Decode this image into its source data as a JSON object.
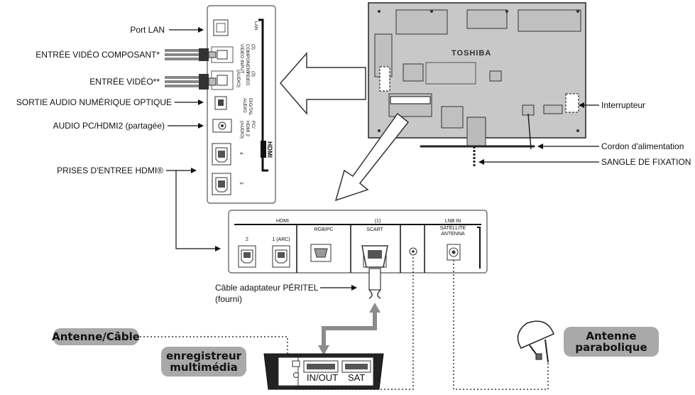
{
  "left_labels": {
    "lan": "Port LAN",
    "component": "ENTRÉE VIDÉO COMPOSANT*",
    "video": "ENTRÉE VIDÉO**",
    "optical": "SORTIE AUDIO NUMÉRIQUE OPTIQUE",
    "pc_audio": "AUDIO PC/HDMI2 (partagée)",
    "hdmi_jacks": "PRISES D'ENTREE HDMI®"
  },
  "side_panel": {
    "lan": "LAN",
    "component_num": "(2)",
    "component": "COMPONENT",
    "component2": "VIDEO INPUT",
    "video_num": "(3)",
    "video": "VIDEO",
    "audio": "(AUDIO)",
    "digital": "DIGITAL",
    "digital2": "AUDIO",
    "pc": "PC/",
    "pc2": "HDMI 2",
    "pc3": "(AUDIO)",
    "hdmi_logo": "HDMI",
    "port4": "4",
    "port3": "3"
  },
  "tv": {
    "brand": "TOSHIBA"
  },
  "right_labels": {
    "switch": "Interrupteur",
    "power_cord": "Cordon d'alimentation",
    "strap": "SANGLE DE FIXATION"
  },
  "bottom_panel": {
    "hdmi_header": "HDMI",
    "rgb_pc": "RGB/PC",
    "scart_num": "(1)",
    "scart": "SCART",
    "lnb": "LNB IN",
    "satellite": "SATELLITE",
    "antenna": "ANTENNA",
    "hdmi2": "2",
    "hdmi1": "1 (ARC)"
  },
  "cable_label": {
    "line1": "Câble adaptateur PÉRITEL",
    "line2": "(fourni)"
  },
  "pills": {
    "antenna_cable": "Antenne/Câble",
    "recorder_l1": "enregistreur",
    "recorder_l2": "multimédia",
    "dish_l1": "Antenne",
    "dish_l2": "parabolique"
  },
  "recorder": {
    "in_out": "IN/OUT",
    "sat": "SAT"
  },
  "colors": {
    "tv_body": "#c8c8c8",
    "pill_bg": "#a9a9a9",
    "cable_gray": "#8c8c8c"
  }
}
